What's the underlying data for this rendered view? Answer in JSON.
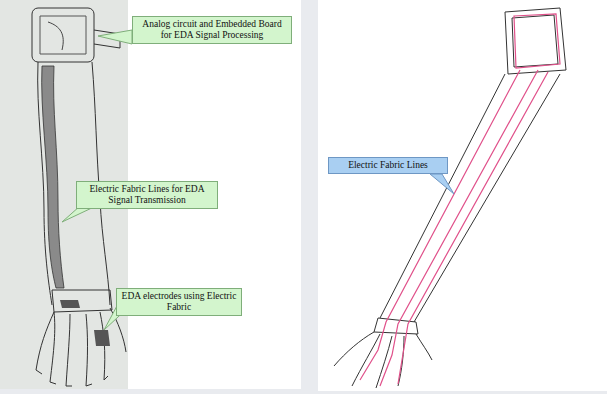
{
  "diagram": {
    "nodes": [
      {
        "text": [
          "Analog circuit and Embedded Board for EDA Signal Processing"
        ]
      },
      {
        "text": [
          "Electric Fabric Lines for EDA Signal Transmission"
        ]
      },
      {
        "text": [
          "EDA electrodes using Electric Fabric"
        ]
      },
      {
        "text": [
          "Electric Fabric Lines"
        ]
      }
    ]
  }
}
